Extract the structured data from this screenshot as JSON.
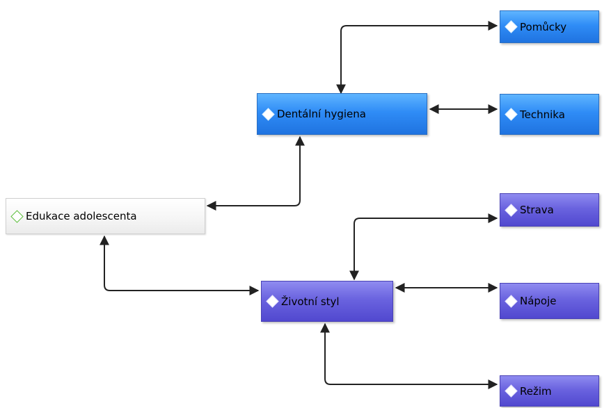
{
  "diagram": {
    "root": {
      "label": "Edukace adolescenta"
    },
    "hygiene": {
      "label": "Dentální hygiena"
    },
    "lifestyle": {
      "label": "Životní styl"
    },
    "aids": {
      "label": "Pomůcky"
    },
    "technique": {
      "label": "Technika"
    },
    "diet": {
      "label": "Strava"
    },
    "drinks": {
      "label": "Nápoje"
    },
    "regime": {
      "label": "Režim"
    }
  },
  "colors": {
    "blue_node": "#2f8cf6",
    "purple_node": "#6a63df",
    "root_node": "#f6f6f6",
    "connector": "#222222",
    "root_diamond": "#5fbf3f"
  }
}
